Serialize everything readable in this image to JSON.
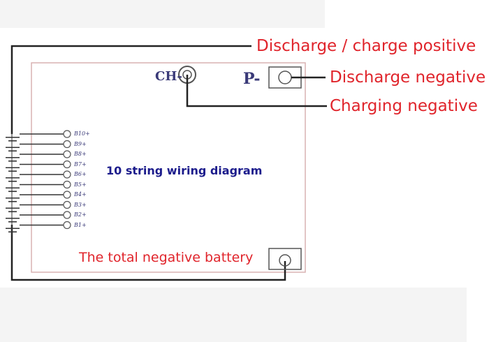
{
  "labels": {
    "discharge_charge_positive": "Discharge / charge positive",
    "discharge_negative": "Discharge negative",
    "charging_negative": "Charging negative",
    "total_negative": "The total negative battery",
    "title": "10 string wiring diagram"
  },
  "terminals": {
    "ch_minus": "CH-",
    "p_minus": "P-"
  },
  "pins": [
    "B10+",
    "B9+",
    "B8+",
    "B7+",
    "B6+",
    "B5+",
    "B4+",
    "B3+",
    "B2+",
    "B1+"
  ],
  "colors": {
    "label_red": "#e0242b",
    "title_blue": "#1c1c8c",
    "board_outline": "#d9b2b2",
    "wire": "#222222"
  }
}
